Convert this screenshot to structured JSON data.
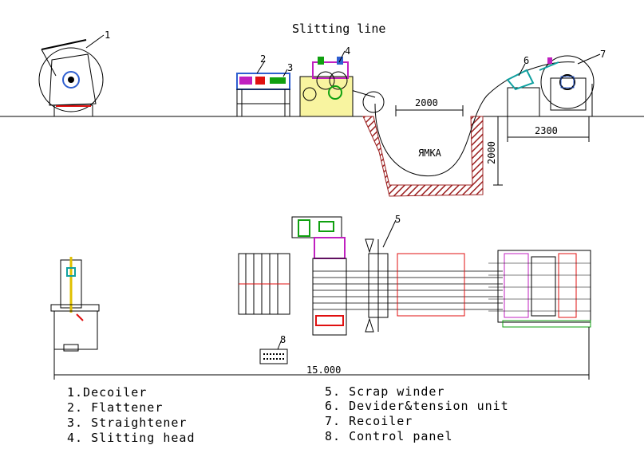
{
  "title": "Slitting line",
  "pit_label": "ЯМКА",
  "dimensions": {
    "pit_width": "2000",
    "pit_depth": "2000",
    "recoiler_width": "2300",
    "total_length": "15.000"
  },
  "callouts": [
    "1",
    "2",
    "3",
    "4",
    "5",
    "6",
    "7",
    "8"
  ],
  "legend": {
    "left": [
      "1.Decoiler",
      "2. Flattener",
      "3. Straightener",
      "4. Slitting head"
    ],
    "right": [
      "5. Scrap winder",
      "6. Devider&tension unit",
      "7. Recoiler",
      "8. Control panel"
    ]
  },
  "colors": {
    "line": "#000000",
    "pit_hatch": "#9c2020",
    "equipment_blue": "#2f5fd0",
    "equipment_magenta": "#c020c0",
    "equipment_red": "#e01010",
    "equipment_green": "#10a010",
    "equipment_cyan": "#10a0a0",
    "slitting_head_fill": "#f8f4a0"
  }
}
